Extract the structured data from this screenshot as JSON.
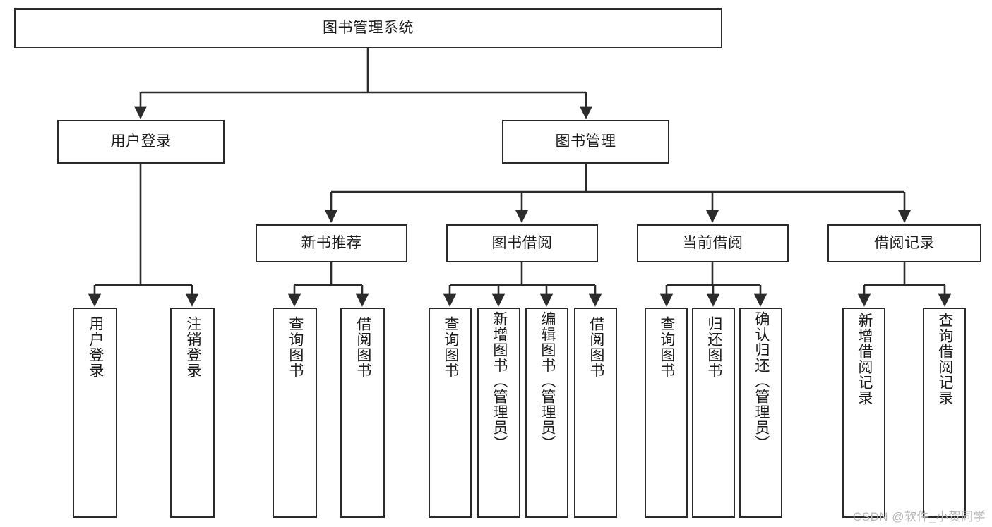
{
  "diagram": {
    "title": "图书管理系统",
    "type": "tree",
    "watermark": "CSDN @软件_小贺同学",
    "colors": {
      "box_border": "#2b2b2b",
      "box_fill": "#ffffff",
      "edge": "#2b2b2b",
      "text": "#1a1a1a",
      "watermark": "#b8b8b8",
      "background": "#ffffff"
    },
    "nodes": {
      "root": {
        "label": "图书管理系统",
        "level": 0
      },
      "user_login": {
        "label": "用户登录",
        "level": 1
      },
      "book_manage": {
        "label": "图书管理",
        "level": 1
      },
      "new_book_rec": {
        "label": "新书推荐",
        "level": 2
      },
      "book_borrow": {
        "label": "图书借阅",
        "level": 2
      },
      "current_borrow": {
        "label": "当前借阅",
        "level": 2
      },
      "borrow_record": {
        "label": "借阅记录",
        "level": 2
      },
      "leaf_user_login": {
        "label": "用户登录",
        "level": 3
      },
      "leaf_user_logout": {
        "label": "注销登录",
        "level": 3
      },
      "leaf_query_book_1": {
        "label": "查询图书",
        "level": 3
      },
      "leaf_borrow_book_1": {
        "label": "借阅图书",
        "level": 3
      },
      "leaf_query_book_2": {
        "label": "查询图书",
        "level": 3
      },
      "leaf_add_book": {
        "label": "新增图书（管理员）",
        "level": 3
      },
      "leaf_edit_book": {
        "label": "编辑图书（管理员）",
        "level": 3
      },
      "leaf_borrow_book_2": {
        "label": "借阅图书",
        "level": 3
      },
      "leaf_query_book_3": {
        "label": "查询图书",
        "level": 3
      },
      "leaf_return_book": {
        "label": "归还图书",
        "level": 3
      },
      "leaf_confirm_return": {
        "label": "确认归还（管理员）",
        "level": 3
      },
      "leaf_add_record": {
        "label": "新增借阅记录",
        "level": 3
      },
      "leaf_query_record": {
        "label": "查询借阅记录",
        "level": 3
      }
    },
    "edges": [
      {
        "from": "root",
        "to": "user_login"
      },
      {
        "from": "root",
        "to": "book_manage"
      },
      {
        "from": "book_manage",
        "to": "new_book_rec"
      },
      {
        "from": "book_manage",
        "to": "book_borrow"
      },
      {
        "from": "book_manage",
        "to": "current_borrow"
      },
      {
        "from": "book_manage",
        "to": "borrow_record"
      },
      {
        "from": "user_login",
        "to": "leaf_user_login"
      },
      {
        "from": "user_login",
        "to": "leaf_user_logout"
      },
      {
        "from": "new_book_rec",
        "to": "leaf_query_book_1"
      },
      {
        "from": "new_book_rec",
        "to": "leaf_borrow_book_1"
      },
      {
        "from": "book_borrow",
        "to": "leaf_query_book_2"
      },
      {
        "from": "book_borrow",
        "to": "leaf_add_book"
      },
      {
        "from": "book_borrow",
        "to": "leaf_edit_book"
      },
      {
        "from": "book_borrow",
        "to": "leaf_borrow_book_2"
      },
      {
        "from": "current_borrow",
        "to": "leaf_query_book_3"
      },
      {
        "from": "current_borrow",
        "to": "leaf_return_book"
      },
      {
        "from": "current_borrow",
        "to": "leaf_confirm_return"
      },
      {
        "from": "borrow_record",
        "to": "leaf_add_record"
      },
      {
        "from": "borrow_record",
        "to": "leaf_query_record"
      }
    ]
  }
}
